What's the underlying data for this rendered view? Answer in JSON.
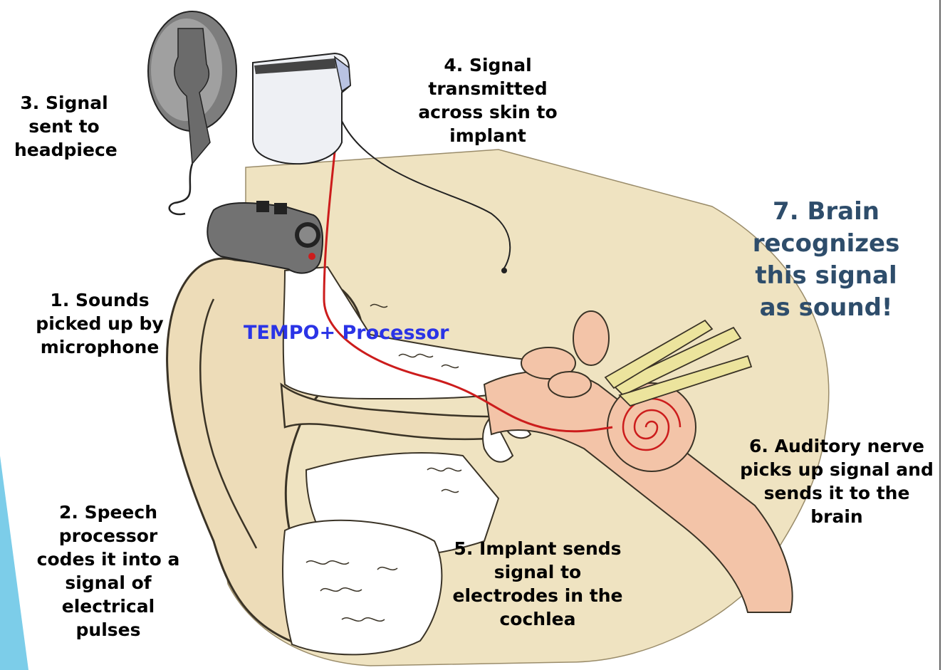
{
  "labels": {
    "step1": "1. Sounds\npicked up by\nmicrophone",
    "step2": "2. Speech\nprocessor\ncodes it into a\nsignal of\nelectrical\npulses",
    "step3": "3. Signal\nsent to\nheadpiece",
    "step4": "4. Signal\ntransmitted\nacross skin to\nimplant",
    "step5": "5. Implant sends\nsignal to\nelectrodes in the\ncochlea",
    "step6": "6. Auditory nerve\npicks up signal and\nsends it to the\nbrain",
    "step7": "7. Brain\nrecognizes\nthis signal\nas sound!",
    "processor": "TEMPO+ Processor"
  },
  "colors": {
    "label_text": "#000000",
    "brain_text": "#2e4d6b",
    "processor_text": "#2b34e6",
    "skin": "#efe3c1",
    "outer_ear": "#eddcb8",
    "inner_ear": "#f3c4a8",
    "bone_white": "#ffffff",
    "nerve_yellow": "#ece49d",
    "wire_red": "#cc1c1c",
    "accent_blue": "#7ccde9"
  }
}
